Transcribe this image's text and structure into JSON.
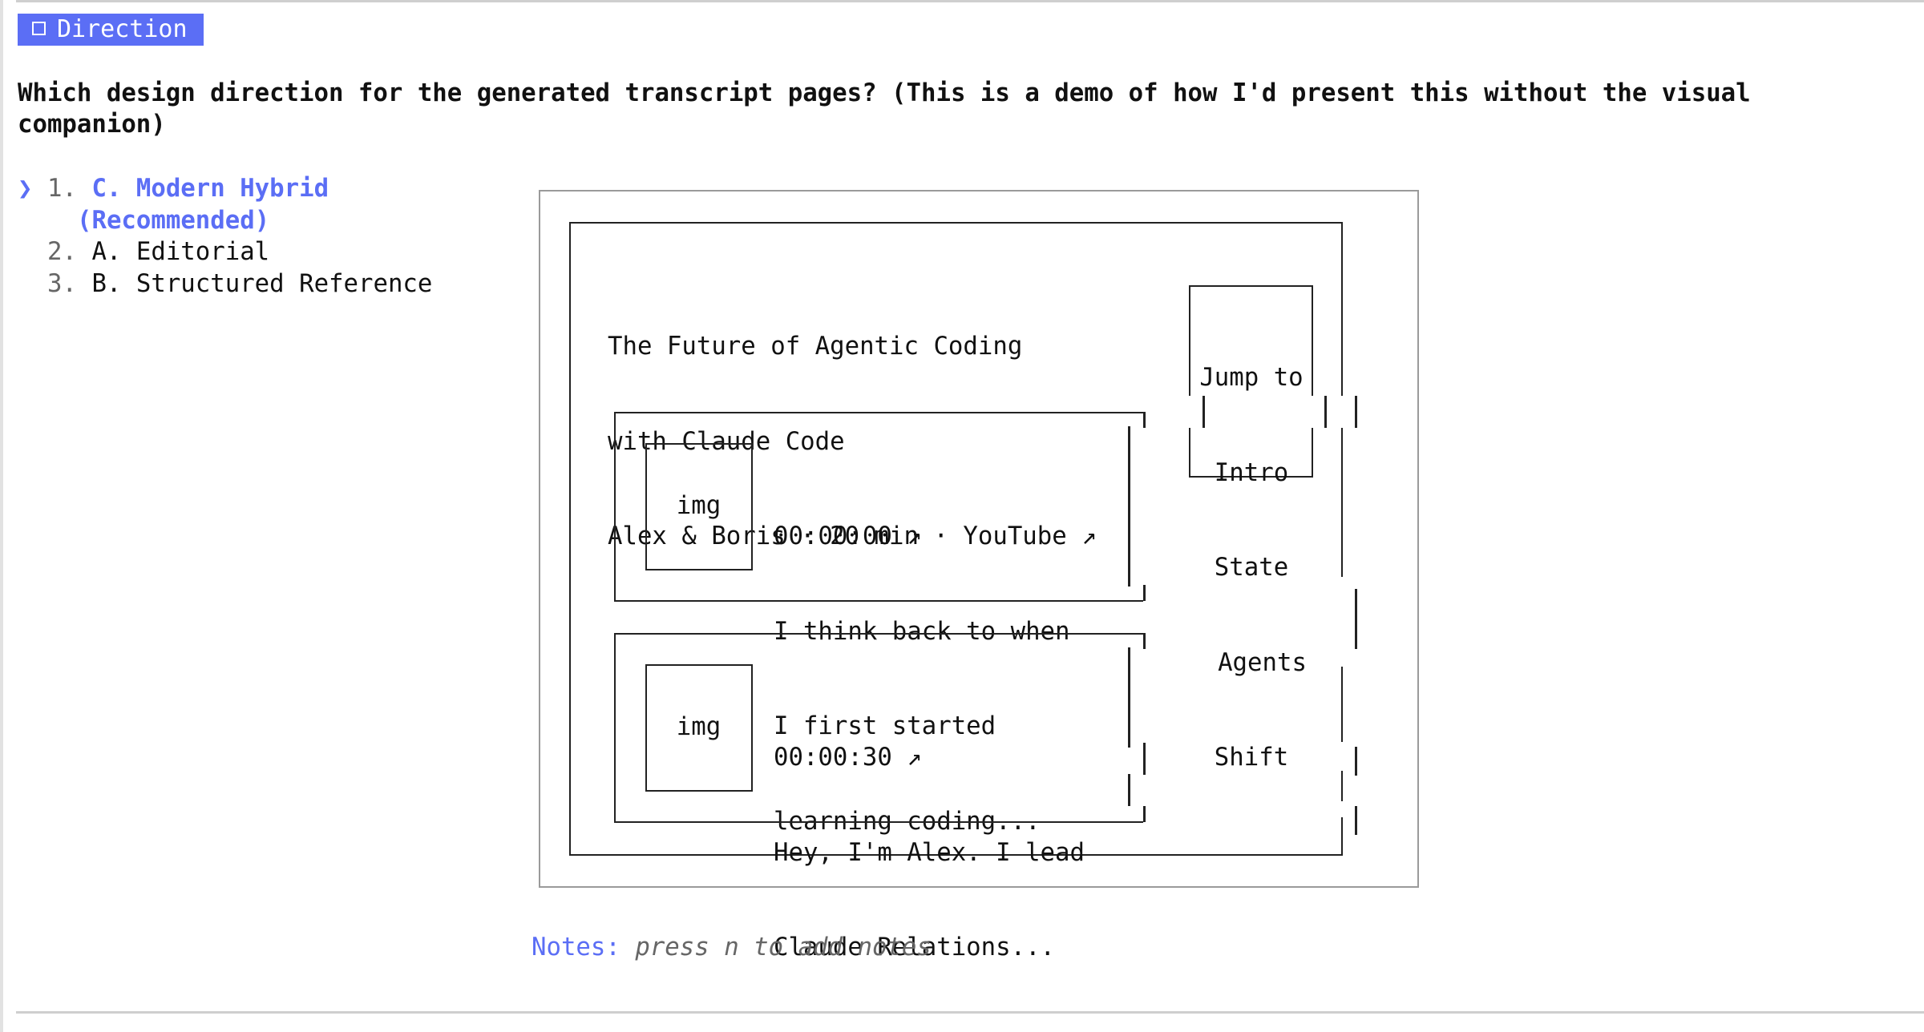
{
  "header": {
    "badge_icon": "checkbox-icon",
    "badge_label": "Direction"
  },
  "question": {
    "text": "Which design direction for the generated transcript pages? (This is a demo of how I'd present this without the visual companion)"
  },
  "options": {
    "cursor_icon": "❯",
    "items": [
      {
        "number": "1.",
        "label": "C. Modern Hybrid",
        "label_cont": "(Recommended)",
        "selected": true
      },
      {
        "number": "2.",
        "label": "A. Editorial",
        "selected": false
      },
      {
        "number": "3.",
        "label": "B. Structured Reference",
        "selected": false
      }
    ]
  },
  "mockup": {
    "title_line1": "The Future of Agentic Coding",
    "title_line2": "with Claude Code",
    "meta_line": "Alex & Boris · 20 min · YouTube ↗",
    "jump": {
      "heading": "Jump to",
      "items": [
        "Intro",
        "State",
        "Agents",
        "Shift"
      ]
    },
    "cards": [
      {
        "img_label": "img",
        "timestamp": "00:00:00 ↗",
        "lines": [
          "I think back to when",
          "I first started",
          "learning coding..."
        ]
      },
      {
        "img_label": "img",
        "timestamp": "00:00:30 ↗",
        "lines": [
          "Hey, I'm Alex. I lead",
          "Claude Relations..."
        ]
      }
    ]
  },
  "notes": {
    "label": "Notes:",
    "hint": "press n to add notes"
  },
  "colors": {
    "accent": "#5b6ef5",
    "muted": "#666666",
    "border": "#222222",
    "outer_border": "#9a9a9a"
  }
}
